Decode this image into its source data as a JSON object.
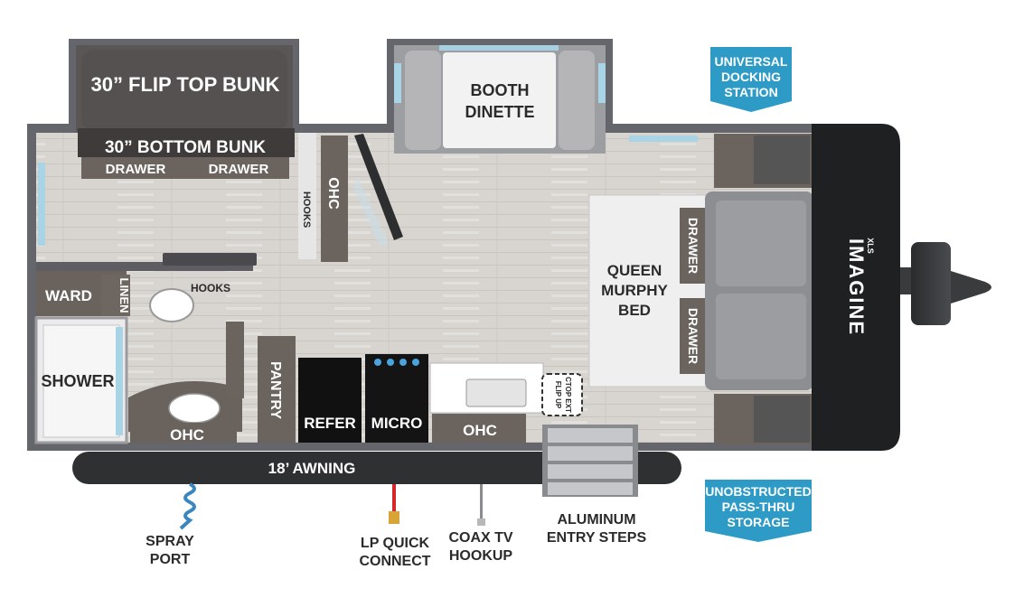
{
  "labels": {
    "flip_top_bunk": "30” FLIP TOP BUNK",
    "bottom_bunk": "30” BOTTOM BUNK",
    "drawer_left": "DRAWER",
    "drawer_right": "DRAWER",
    "booth_dinette": [
      "BOOTH",
      "DINETTE"
    ],
    "ohc_top": "OHC",
    "hooks_wall": "HOOKS",
    "hooks_bath": "HOOKS",
    "ward": "WARD",
    "linen": "LINEN",
    "shower": "SHOWER",
    "ohc_bath": "OHC",
    "pantry": "PANTRY",
    "refer": "REFER",
    "micro": "MICRO",
    "ohc_kitchen": "OHC",
    "flip_up_ctop": [
      "FLIP UP",
      "CTOP EXT"
    ],
    "queen_bed": [
      "QUEEN",
      "MURPHY",
      "BED"
    ],
    "drawer_bed_top": "DRAWER",
    "drawer_bed_bottom": "DRAWER",
    "awning": "18’ AWNING",
    "spray_port": [
      "SPRAY",
      "PORT"
    ],
    "lp_quick_connect": [
      "LP QUICK",
      "CONNECT"
    ],
    "coax_tv": [
      "COAX TV",
      "HOOKUP"
    ],
    "entry_steps": [
      "ALUMINUM",
      "ENTRY STEPS"
    ],
    "brand": "IMAGINE",
    "brand_sub": "XLS"
  },
  "callouts": {
    "docking": [
      "UNIVERSAL",
      "DOCKING",
      "STATION"
    ],
    "storage": [
      "UNOBSTRUCTED",
      "PASS-THRU",
      "STORAGE"
    ]
  },
  "colors": {
    "callout": "#2e9bc6",
    "wall": "#5f6166",
    "floor": "#d9d6d2",
    "cabinet": "#6a625c",
    "bed": "#e9e9eb",
    "dark": "#2f3032"
  }
}
